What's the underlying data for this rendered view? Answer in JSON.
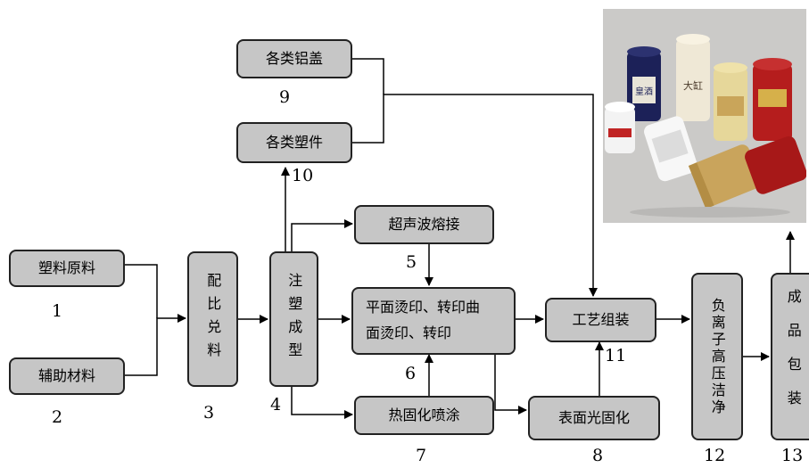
{
  "nodes": {
    "n1": {
      "label": "塑料原料",
      "num": "1"
    },
    "n2": {
      "label": "辅助材料",
      "num": "2"
    },
    "n3": {
      "label": "配比兑料",
      "num": "3"
    },
    "n4": {
      "label": "注塑成型",
      "num": "4"
    },
    "n5": {
      "label": "超声波熔接",
      "num": "5"
    },
    "n6": {
      "label_line1": "平面烫印、转印曲",
      "label_line2": "面烫印、转印",
      "num": "6"
    },
    "n7": {
      "label": "热固化喷涂",
      "num": "7"
    },
    "n8": {
      "label": "表面光固化",
      "num": "8"
    },
    "n9": {
      "label": "各类铝盖",
      "num": "9"
    },
    "n10": {
      "label": "各类塑件",
      "num": "10"
    },
    "n11": {
      "label": "工艺组装",
      "num": "11"
    },
    "n12": {
      "label": "负离子高压洁净",
      "num": "12"
    },
    "n13": {
      "label": "成品包装",
      "num": "13"
    }
  },
  "photo": {
    "caps": [
      {
        "text": "皇酒",
        "color": "#1e2260"
      },
      {
        "text": "大缸",
        "color": "#f0ead8"
      },
      {
        "text": "",
        "color": "#e6d89a"
      },
      {
        "text": "",
        "color": "#b81e1e"
      },
      {
        "text": "",
        "color": "#f2f2f2"
      },
      {
        "text": "",
        "color": "#f5f5f5"
      },
      {
        "text": "",
        "color": "#c8a45c"
      }
    ]
  }
}
